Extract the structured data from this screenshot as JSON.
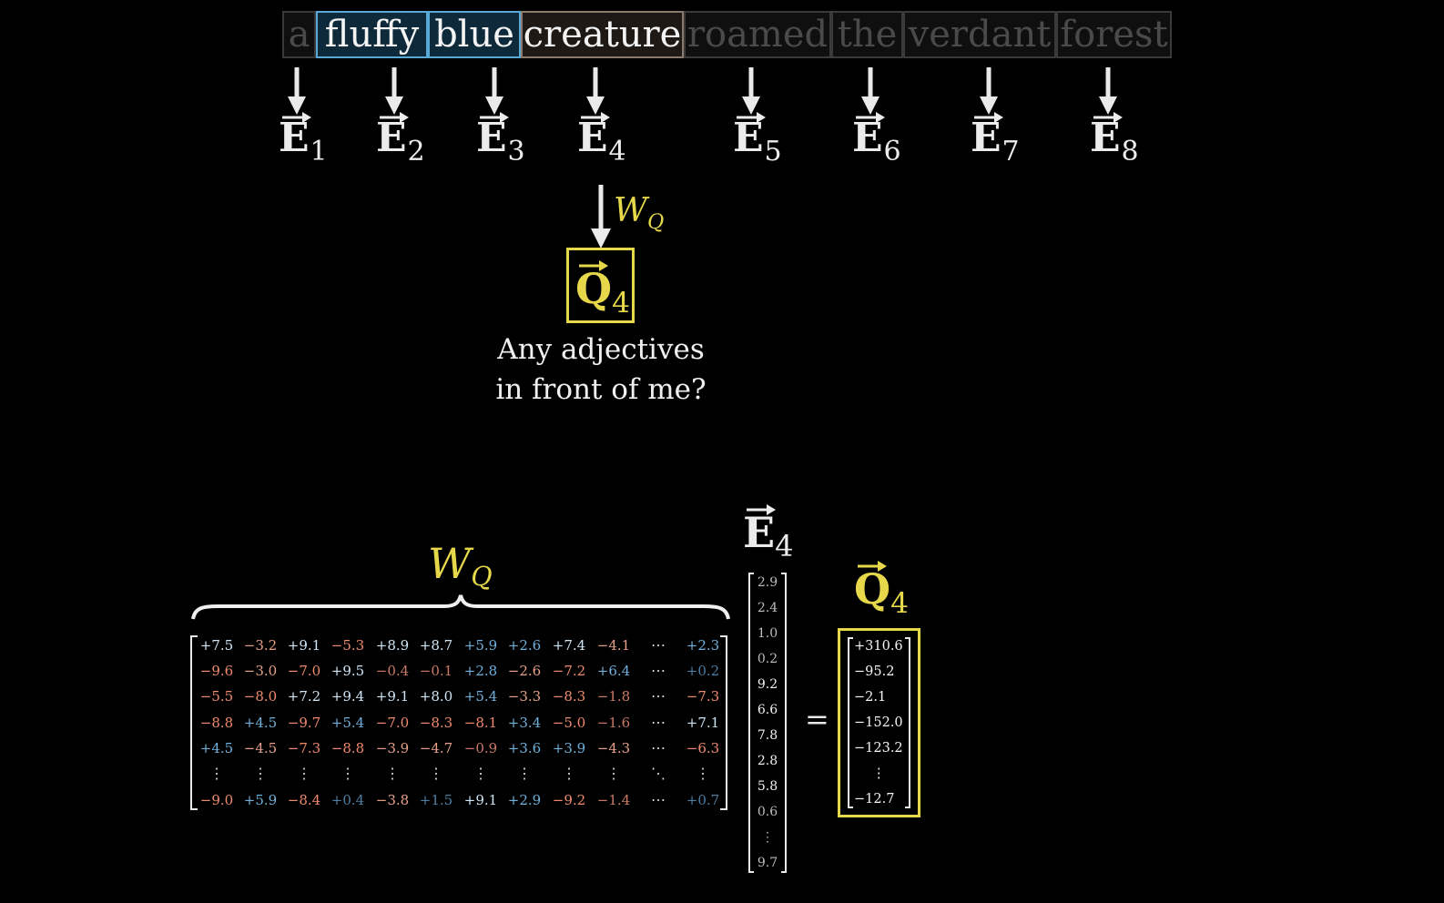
{
  "tokens": [
    "a",
    "fluffy",
    "blue",
    "creature",
    "roamed",
    "the",
    "verdant",
    "forest"
  ],
  "embeddings": {
    "symbol": "E",
    "subscripts": [
      "1",
      "2",
      "3",
      "4",
      "5",
      "6",
      "7",
      "8"
    ]
  },
  "query": {
    "weight_symbol": "W",
    "weight_subscript": "Q",
    "vector_symbol": "Q",
    "vector_subscript": "4",
    "question_line1": "Any adjectives",
    "question_line2": "in front of me?"
  },
  "colors": {
    "background": "#000000",
    "accent_yellow": "#e6d84a",
    "adjective_highlight": "#58a9d6",
    "positive_value": "#6fb0dc",
    "negative_value": "#f08a6e"
  },
  "matrix_wq": {
    "rows": [
      [
        "+7.5",
        "−3.2",
        "+9.1",
        "−5.3",
        "+8.9",
        "+8.7",
        "+5.9",
        "+2.6",
        "+7.4",
        "−4.1",
        "⋯",
        "+2.3"
      ],
      [
        "−9.6",
        "−3.0",
        "−7.0",
        "+9.5",
        "−0.4",
        "−0.1",
        "+2.8",
        "−2.6",
        "−7.2",
        "+6.4",
        "⋯",
        "+0.2"
      ],
      [
        "−5.5",
        "−8.0",
        "+7.2",
        "+9.4",
        "+9.1",
        "+8.0",
        "+5.4",
        "−3.3",
        "−8.3",
        "−1.8",
        "⋯",
        "−7.3"
      ],
      [
        "−8.8",
        "+4.5",
        "−9.7",
        "+5.4",
        "−7.0",
        "−8.3",
        "−8.1",
        "+3.4",
        "−5.0",
        "−1.6",
        "⋯",
        "+7.1"
      ],
      [
        "+4.5",
        "−4.5",
        "−7.3",
        "−8.8",
        "−3.9",
        "−4.7",
        "−0.9",
        "+3.6",
        "+3.9",
        "−4.3",
        "⋯",
        "−6.3"
      ],
      [
        "⋮",
        "⋮",
        "⋮",
        "⋮",
        "⋮",
        "⋮",
        "⋮",
        "⋮",
        "⋮",
        "⋮",
        "⋱",
        "⋮"
      ],
      [
        "−9.0",
        "+5.9",
        "−8.4",
        "+0.4",
        "−3.8",
        "+1.5",
        "+9.1",
        "+2.9",
        "−9.2",
        "−1.4",
        "⋯",
        "+0.7"
      ]
    ]
  },
  "vector_e4": {
    "values": [
      "2.9",
      "2.4",
      "1.0",
      "0.2",
      "9.2",
      "6.6",
      "7.8",
      "2.8",
      "5.8",
      "0.6",
      "⋮",
      "9.7"
    ]
  },
  "equals_sign": "=",
  "vector_q4": {
    "values": [
      "+310.6",
      "−95.2",
      "−2.1",
      "−152.0",
      "−123.2",
      "⋮",
      "−12.7"
    ]
  }
}
